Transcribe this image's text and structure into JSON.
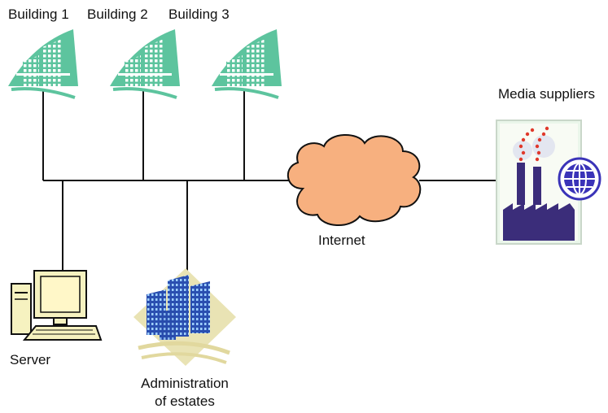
{
  "nodes": {
    "building_1": {
      "label": "Building 1",
      "icon": "office-building-icon"
    },
    "building_2": {
      "label": "Building 2",
      "icon": "office-building-icon"
    },
    "building_3": {
      "label": "Building 3",
      "icon": "office-building-icon"
    },
    "internet": {
      "label": "Internet",
      "icon": "cloud-icon"
    },
    "media_suppliers": {
      "label": "Media suppliers",
      "icon": "factory-globe-icon"
    },
    "server": {
      "label": "Server",
      "icon": "desktop-computer-icon"
    },
    "administration": {
      "label_line1": "Administration",
      "label_line2": "of estates",
      "icon": "city-buildings-icon"
    }
  },
  "colors": {
    "building_teal": "#5dc49e",
    "cloud_fill": "#f7b07f",
    "factory_purple": "#3b2d7a",
    "globe_blue": "#3a33b8",
    "computer_beige": "#f6f2c0",
    "admin_blue": "#2a4fb0",
    "line": "#111111"
  }
}
